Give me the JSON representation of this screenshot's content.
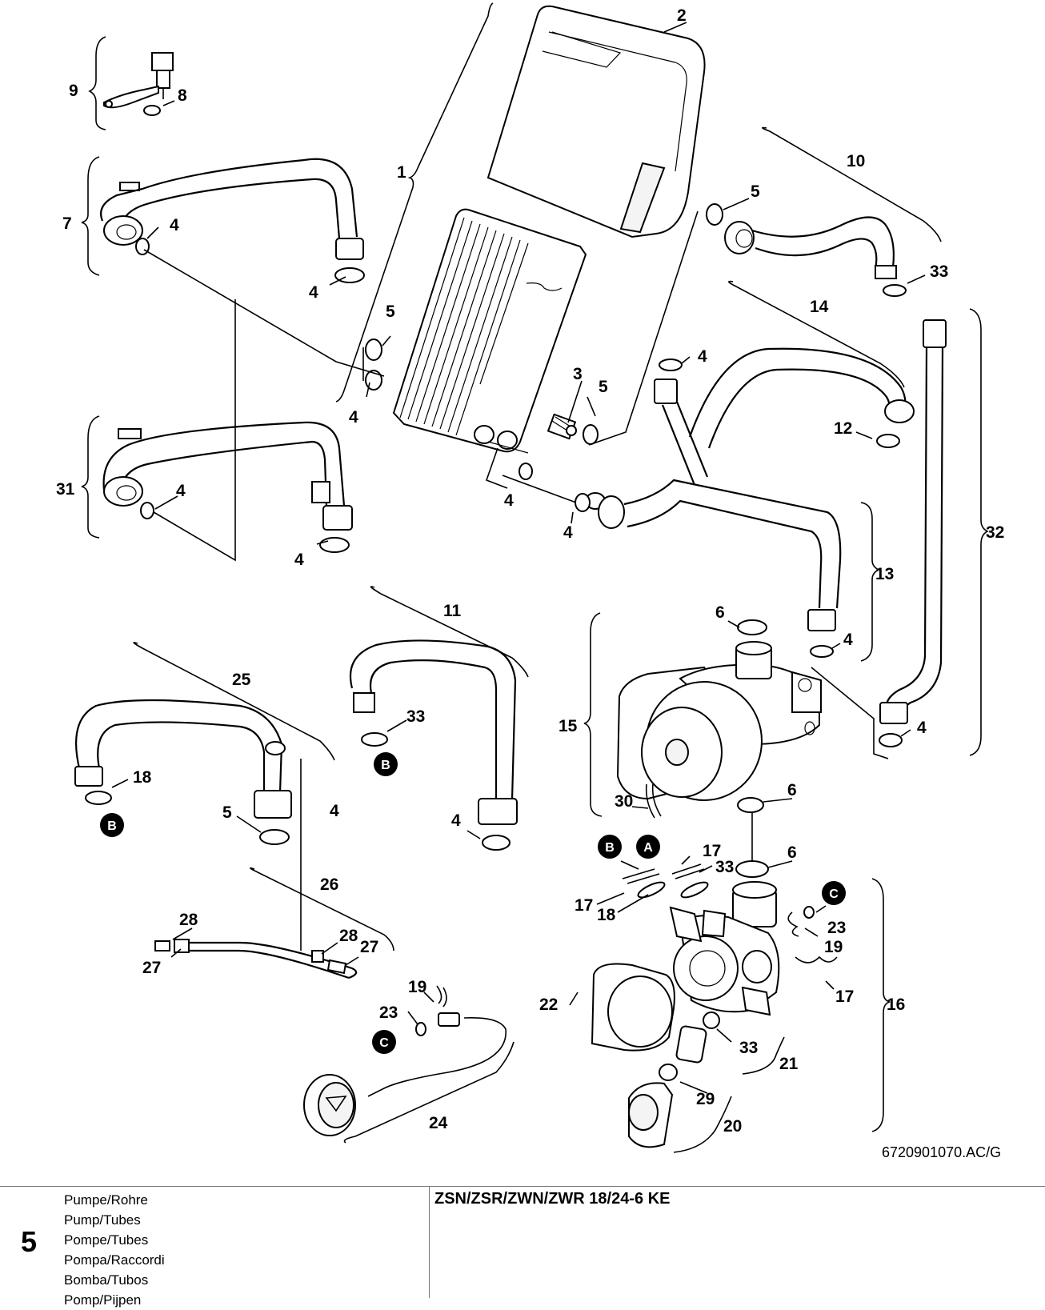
{
  "diagram": {
    "labels": [
      {
        "id": "l1",
        "text": "1"
      },
      {
        "id": "l2",
        "text": "2"
      },
      {
        "id": "l3",
        "text": "3"
      },
      {
        "id": "l4a",
        "text": "4"
      },
      {
        "id": "l4b",
        "text": "4"
      },
      {
        "id": "l4c",
        "text": "4"
      },
      {
        "id": "l4d",
        "text": "4"
      },
      {
        "id": "l4e",
        "text": "4"
      },
      {
        "id": "l4f",
        "text": "4"
      },
      {
        "id": "l4g",
        "text": "4"
      },
      {
        "id": "l4h",
        "text": "4"
      },
      {
        "id": "l4i",
        "text": "4"
      },
      {
        "id": "l4j",
        "text": "4"
      },
      {
        "id": "l4k",
        "text": "4"
      },
      {
        "id": "l4l",
        "text": "4"
      },
      {
        "id": "l5a",
        "text": "5"
      },
      {
        "id": "l5b",
        "text": "5"
      },
      {
        "id": "l5c",
        "text": "5"
      },
      {
        "id": "l5d",
        "text": "5"
      },
      {
        "id": "l6a",
        "text": "6"
      },
      {
        "id": "l6b",
        "text": "6"
      },
      {
        "id": "l6c",
        "text": "6"
      },
      {
        "id": "l7",
        "text": "7"
      },
      {
        "id": "l8",
        "text": "8"
      },
      {
        "id": "l9",
        "text": "9"
      },
      {
        "id": "l10",
        "text": "10"
      },
      {
        "id": "l11",
        "text": "11"
      },
      {
        "id": "l12",
        "text": "12"
      },
      {
        "id": "l13",
        "text": "13"
      },
      {
        "id": "l14",
        "text": "14"
      },
      {
        "id": "l15",
        "text": "15"
      },
      {
        "id": "l16",
        "text": "16"
      },
      {
        "id": "l17a",
        "text": "17"
      },
      {
        "id": "l17b",
        "text": "17"
      },
      {
        "id": "l17c",
        "text": "17"
      },
      {
        "id": "l18a",
        "text": "18"
      },
      {
        "id": "l18b",
        "text": "18"
      },
      {
        "id": "l19a",
        "text": "19"
      },
      {
        "id": "l19b",
        "text": "19"
      },
      {
        "id": "l20",
        "text": "20"
      },
      {
        "id": "l21",
        "text": "21"
      },
      {
        "id": "l22",
        "text": "22"
      },
      {
        "id": "l23a",
        "text": "23"
      },
      {
        "id": "l23b",
        "text": "23"
      },
      {
        "id": "l24",
        "text": "24"
      },
      {
        "id": "l25",
        "text": "25"
      },
      {
        "id": "l26",
        "text": "26"
      },
      {
        "id": "l27a",
        "text": "27"
      },
      {
        "id": "l27b",
        "text": "27"
      },
      {
        "id": "l28a",
        "text": "28"
      },
      {
        "id": "l28b",
        "text": "28"
      },
      {
        "id": "l29",
        "text": "29"
      },
      {
        "id": "l30",
        "text": "30"
      },
      {
        "id": "l31",
        "text": "31"
      },
      {
        "id": "l32",
        "text": "32"
      },
      {
        "id": "l33a",
        "text": "33"
      },
      {
        "id": "l33b",
        "text": "33"
      },
      {
        "id": "l33c",
        "text": "33"
      },
      {
        "id": "l33d",
        "text": "33"
      }
    ],
    "markers": [
      {
        "id": "mB1",
        "text": "B"
      },
      {
        "id": "mB2",
        "text": "B"
      },
      {
        "id": "mB3",
        "text": "B"
      },
      {
        "id": "mA",
        "text": "A"
      },
      {
        "id": "mC1",
        "text": "C"
      },
      {
        "id": "mC2",
        "text": "C"
      }
    ],
    "drawing_ref": "6720901070.AC/G"
  },
  "footer": {
    "page_number": "5",
    "titles": [
      "Pumpe/Rohre",
      "Pump/Tubes",
      "Pompe/Tubes",
      "Pompa/Raccordi",
      "Bomba/Tubos",
      "Pomp/Pijpen"
    ],
    "model": "ZSN/ZSR/ZWN/ZWR 18/24-6 KE"
  }
}
